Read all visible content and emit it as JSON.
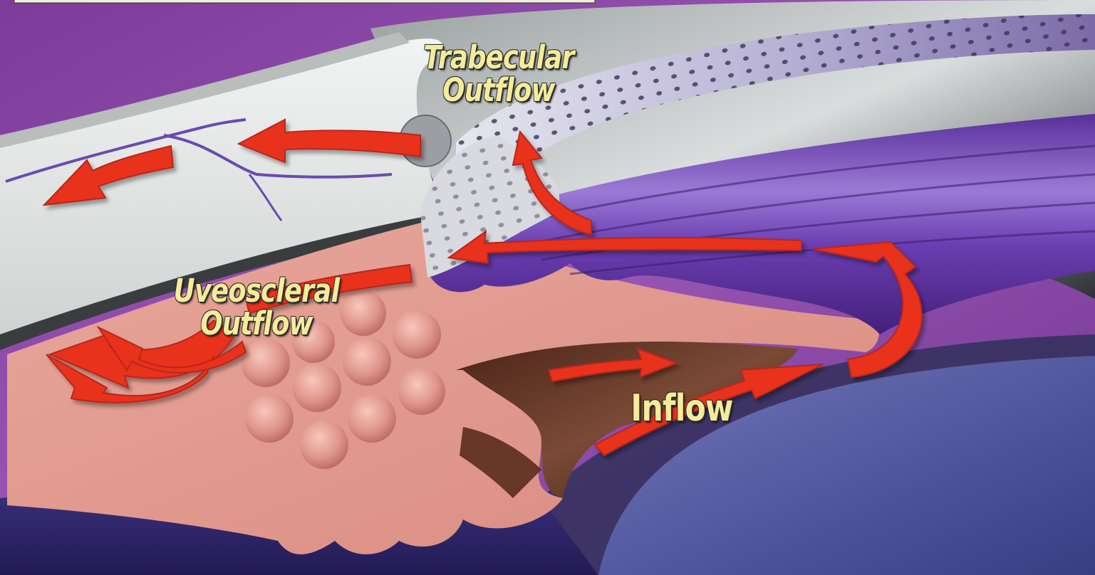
{
  "labels": {
    "trabecular": [
      "Trabecular",
      "Outflow"
    ],
    "uveoscleral": [
      "Uveoscleral",
      "Outflow"
    ],
    "inflow": "Inflow"
  },
  "colors": {
    "arrow": "#e8321e",
    "arrow_shadow": "#8e1a10",
    "label_text": "#f4ec9a",
    "sclera": "#e3e6e4",
    "ciliary_body": "#e09a8f",
    "iris_purple": "#7a48b8",
    "lens_blue": "#5a60a8",
    "background_purple": "#8a4aa8",
    "processes_brown": "#6a3a2a"
  }
}
